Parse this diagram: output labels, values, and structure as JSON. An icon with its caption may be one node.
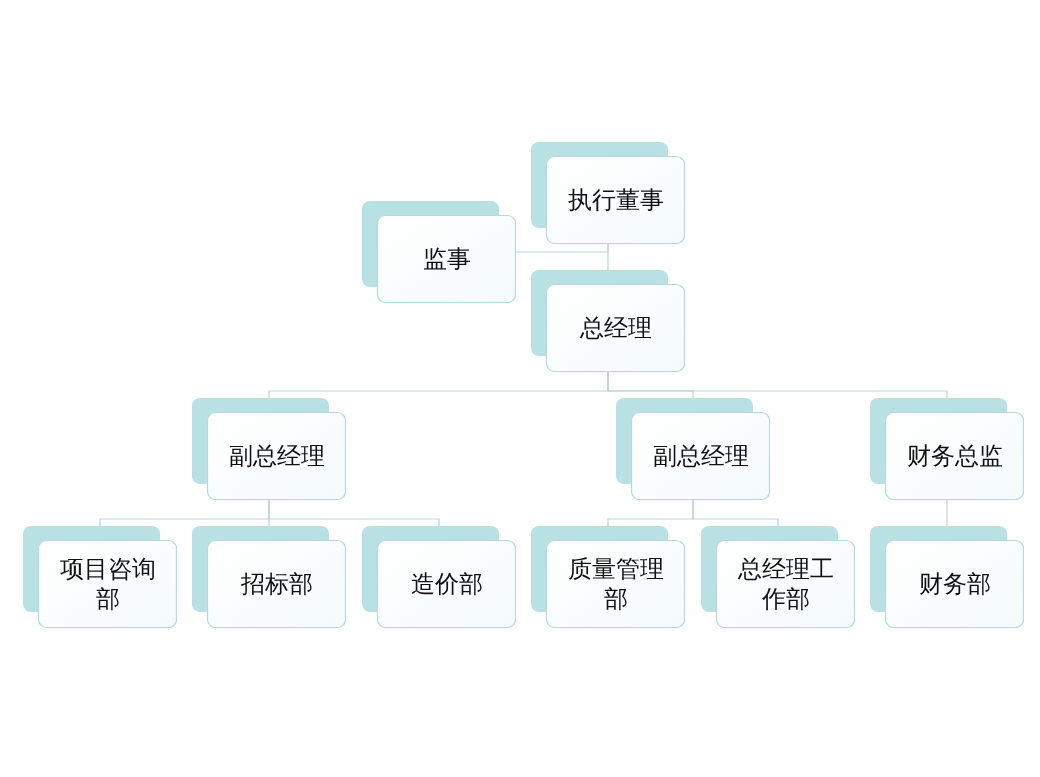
{
  "diagram": {
    "nodes": [
      {
        "text": [
          "执行董事"
        ]
      },
      {
        "text": [
          "监事"
        ]
      },
      {
        "text": [
          "总经理"
        ]
      },
      {
        "text": [
          "副总经理"
        ]
      },
      {
        "text": [
          "副总经理"
        ]
      },
      {
        "text": [
          "财务总监"
        ]
      },
      {
        "text": [
          "项目咨询部"
        ]
      },
      {
        "text": [
          "招标部"
        ]
      },
      {
        "text": [
          "造价部"
        ]
      },
      {
        "text": [
          "质量管理部"
        ]
      },
      {
        "text": [
          "总经理工作部"
        ]
      },
      {
        "text": [
          "财务部"
        ]
      }
    ],
    "edges": [
      {
        "from": 0,
        "to": 2,
        "arrow": "none"
      },
      {
        "from": 0,
        "to": 1,
        "arrow": "none"
      },
      {
        "from": 2,
        "to": 3,
        "arrow": "none"
      },
      {
        "from": 2,
        "to": 4,
        "arrow": "none"
      },
      {
        "from": 2,
        "to": 5,
        "arrow": "none"
      },
      {
        "from": 3,
        "to": 6,
        "arrow": "none"
      },
      {
        "from": 3,
        "to": 7,
        "arrow": "none"
      },
      {
        "from": 3,
        "to": 8,
        "arrow": "none"
      },
      {
        "from": 4,
        "to": 9,
        "arrow": "none"
      },
      {
        "from": 4,
        "to": 10,
        "arrow": "none"
      },
      {
        "from": 5,
        "to": 11,
        "arrow": "none"
      }
    ]
  }
}
